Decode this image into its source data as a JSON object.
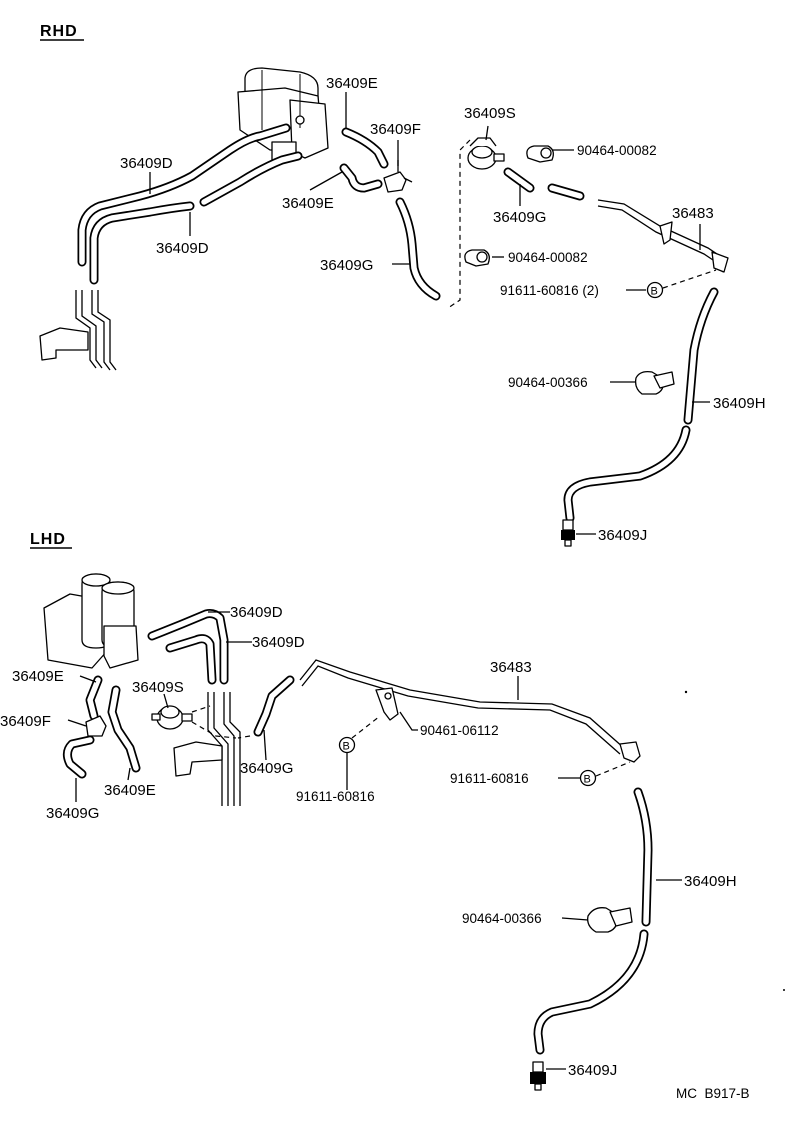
{
  "sections": {
    "rhd_title": "RHD",
    "lhd_title": "LHD"
  },
  "rhd": {
    "lbl_36409E_top": "36409E",
    "lbl_36409F": "36409F",
    "lbl_36409D_top": "36409D",
    "lbl_36409E_mid": "36409E",
    "lbl_36409D_bot": "36409D",
    "lbl_36409G_left": "36409G",
    "lbl_36409S": "36409S",
    "lbl_90464_00082_a": "90464-00082",
    "lbl_36409G_right": "36409G",
    "lbl_36483": "36483",
    "lbl_90464_00082_b": "90464-00082",
    "lbl_91611_60816": "91611-60816 (2)",
    "lbl_B": "B",
    "lbl_90464_00366": "90464-00366",
    "lbl_36409H": "36409H",
    "lbl_36409J": "36409J"
  },
  "lhd": {
    "lbl_36409D_a": "36409D",
    "lbl_36409D_b": "36409D",
    "lbl_36409E_a": "36409E",
    "lbl_36409S": "36409S",
    "lbl_36409F": "36409F",
    "lbl_36409E_b": "36409E",
    "lbl_36409G_a": "36409G",
    "lbl_36409G_b": "36409G",
    "lbl_36483": "36483",
    "lbl_90461_06112": "90461-06112",
    "lbl_91611_60816_a": "91611-60816",
    "lbl_91611_60816_b": "91611-60816",
    "lbl_B_a": "B",
    "lbl_B_b": "B",
    "lbl_36409H": "36409H",
    "lbl_90464_00366": "90464-00366",
    "lbl_36409J": "36409J"
  },
  "footer": {
    "code": "MC  B917-B"
  }
}
